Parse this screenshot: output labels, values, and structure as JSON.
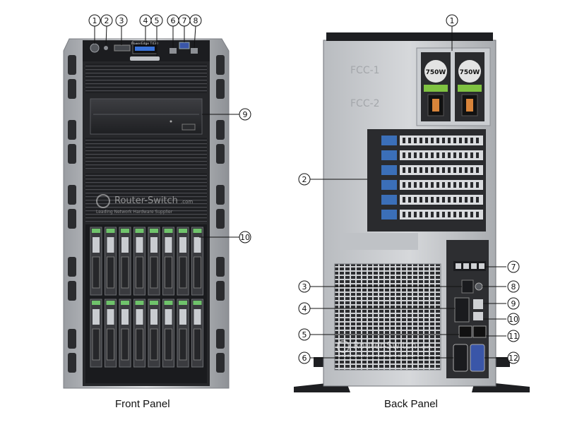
{
  "front": {
    "title": "Front Panel",
    "model_label": "PowerEdge T430",
    "callouts": [
      "1",
      "2",
      "3",
      "4",
      "5",
      "6",
      "7",
      "8",
      "9",
      "10"
    ]
  },
  "back": {
    "title": "Back Panel",
    "fcc1": "FCC-1",
    "fcc2": "FCC-2",
    "psu_label": "750W",
    "callouts": [
      "1",
      "2",
      "3",
      "4",
      "5",
      "6",
      "7",
      "8",
      "9",
      "10",
      "11",
      "12"
    ]
  },
  "watermark": {
    "brand": "Router-Switch",
    "domain": ".com",
    "tagline": "Leading Network Hardware Supplier"
  },
  "colors": {
    "chassis_silver": "#c9ccd0",
    "chassis_dark": "#2a2b2e",
    "drive_bay": "#3a3b3f",
    "drive_led": "#6fc36b",
    "slot_blue": "#3b6fb8",
    "psu_green": "#7fc241",
    "vga_blue": "#3a56a8"
  }
}
